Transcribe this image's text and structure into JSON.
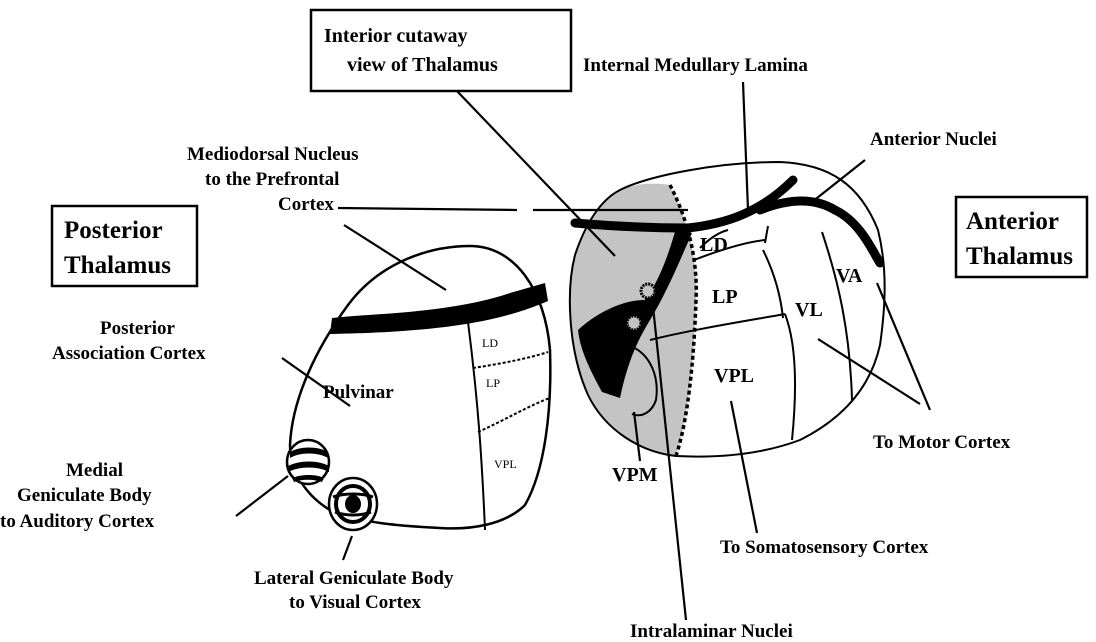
{
  "boxes": {
    "cutaway_line1": "Interior cutaway",
    "cutaway_line2": "view of Thalamus",
    "posterior_line1": "Posterior",
    "posterior_line2": "Thalamus",
    "anterior_line1": "Anterior",
    "anterior_line2": "Thalamus"
  },
  "labels": {
    "internal_medullary_lamina": "Internal Medullary Lamina",
    "anterior_nuclei": "Anterior Nuclei",
    "mediodorsal_line1": "Mediodorsal Nucleus",
    "mediodorsal_line2": "to the Prefrontal",
    "mediodorsal_line3": "Cortex",
    "posterior_assoc_line1": "Posterior",
    "posterior_assoc_line2": "Association Cortex",
    "pulvinar": "Pulvinar",
    "medial_gen_line1": "Medial",
    "medial_gen_line2": "Geniculate Body",
    "medial_gen_line3": "to Auditory Cortex",
    "lateral_gen_line1": "Lateral Geniculate Body",
    "lateral_gen_line2": "to Visual Cortex",
    "to_motor_cortex": "To Motor Cortex",
    "to_somatosensory": "To Somatosensory Cortex",
    "intralaminar": "Intralaminar Nuclei"
  },
  "regions": {
    "ld": "LD",
    "lp": "LP",
    "va": "VA",
    "vl": "VL",
    "vpl": "VPL",
    "vpm": "VPM",
    "post_ld": "LD",
    "post_lp": "LP",
    "post_vpl": "VPL"
  },
  "colors": {
    "cutaway_fill": "#c4c4c4",
    "line": "#000000",
    "background": "#ffffff"
  }
}
